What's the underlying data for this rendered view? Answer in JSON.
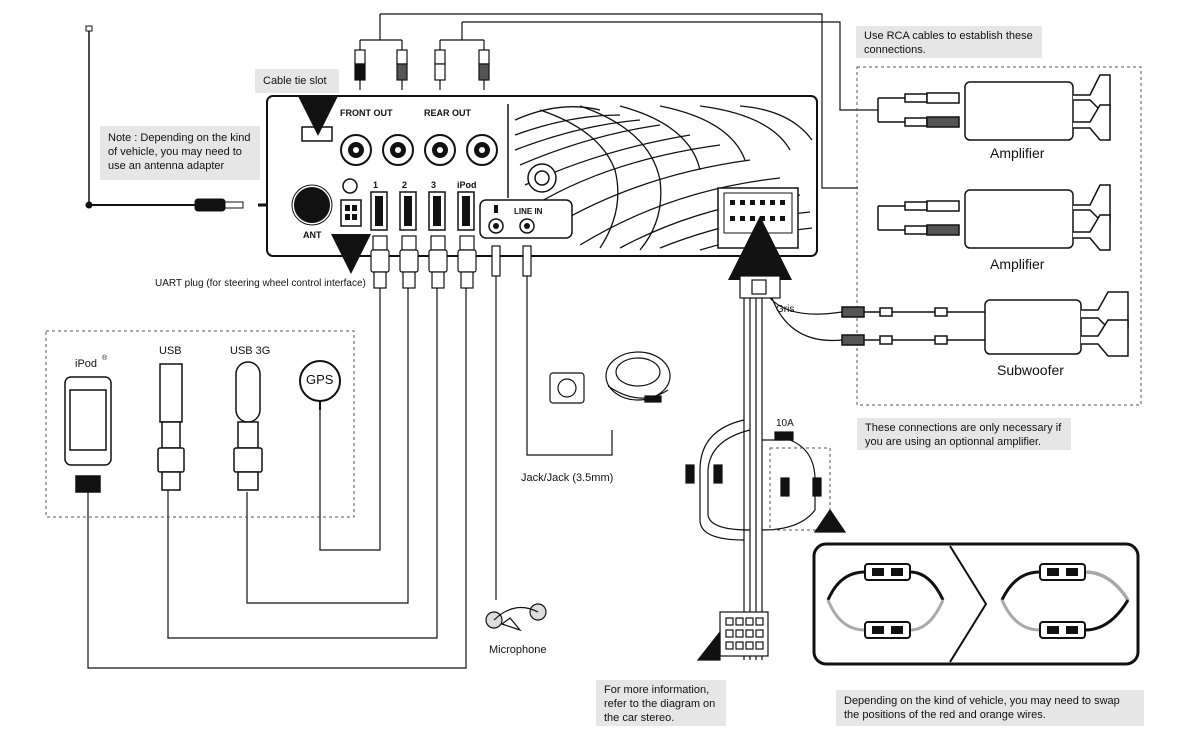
{
  "notes": {
    "antenna": "Note : Depending on the kind of vehicle, you may need to use an antenna adapter",
    "cable_tie": "Cable tie slot",
    "rca": "Use RCA cables to establish these connections.",
    "optional_amp": "These connections are only necessary if you are using an optionnal amplifier.",
    "more_info": "For more information, refer to the diagram on the car stereo.",
    "swap_wires": "Depending on the kind of vehicle, you may need to swap the positions of the red and orange wires."
  },
  "stereo": {
    "front_out": "FRONT OUT",
    "rear_out": "REAR OUT",
    "ant": "ANT",
    "port_1": "1",
    "port_2": "2",
    "port_3": "3",
    "port_ipod": "iPod",
    "line_in": "LINE IN"
  },
  "labels": {
    "uart": "UART plug (for steering wheel control interface)",
    "amplifier_1": "Amplifier",
    "amplifier_2": "Amplifier",
    "subwoofer": "Subwoofer",
    "gris": "Gris",
    "fuse": "10A",
    "jack": "Jack/Jack (3.5mm)",
    "microphone": "Microphone",
    "ipod": "iPod",
    "ipod_mark": "®",
    "usb": "USB",
    "usb3g": "USB 3G",
    "gps": "GPS"
  }
}
